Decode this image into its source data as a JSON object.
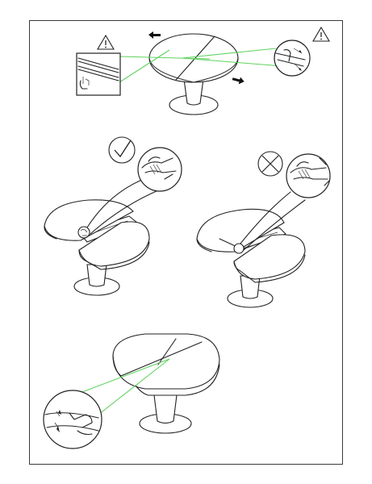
{
  "colors": {
    "guide_line": "#5fd35f",
    "outline": "#222222",
    "background": "#ffffff",
    "frame": "#3a3a3a"
  },
  "steps": [
    {
      "id": "step-1",
      "symbols": [
        "warning-icon",
        "warning-icon",
        "arrow-left-icon",
        "arrow-right-icon"
      ]
    },
    {
      "id": "step-2-correct",
      "symbols": [
        "checkmark-icon"
      ]
    },
    {
      "id": "step-2-wrong",
      "symbols": [
        "cross-icon"
      ]
    },
    {
      "id": "step-3",
      "symbols": []
    }
  ]
}
